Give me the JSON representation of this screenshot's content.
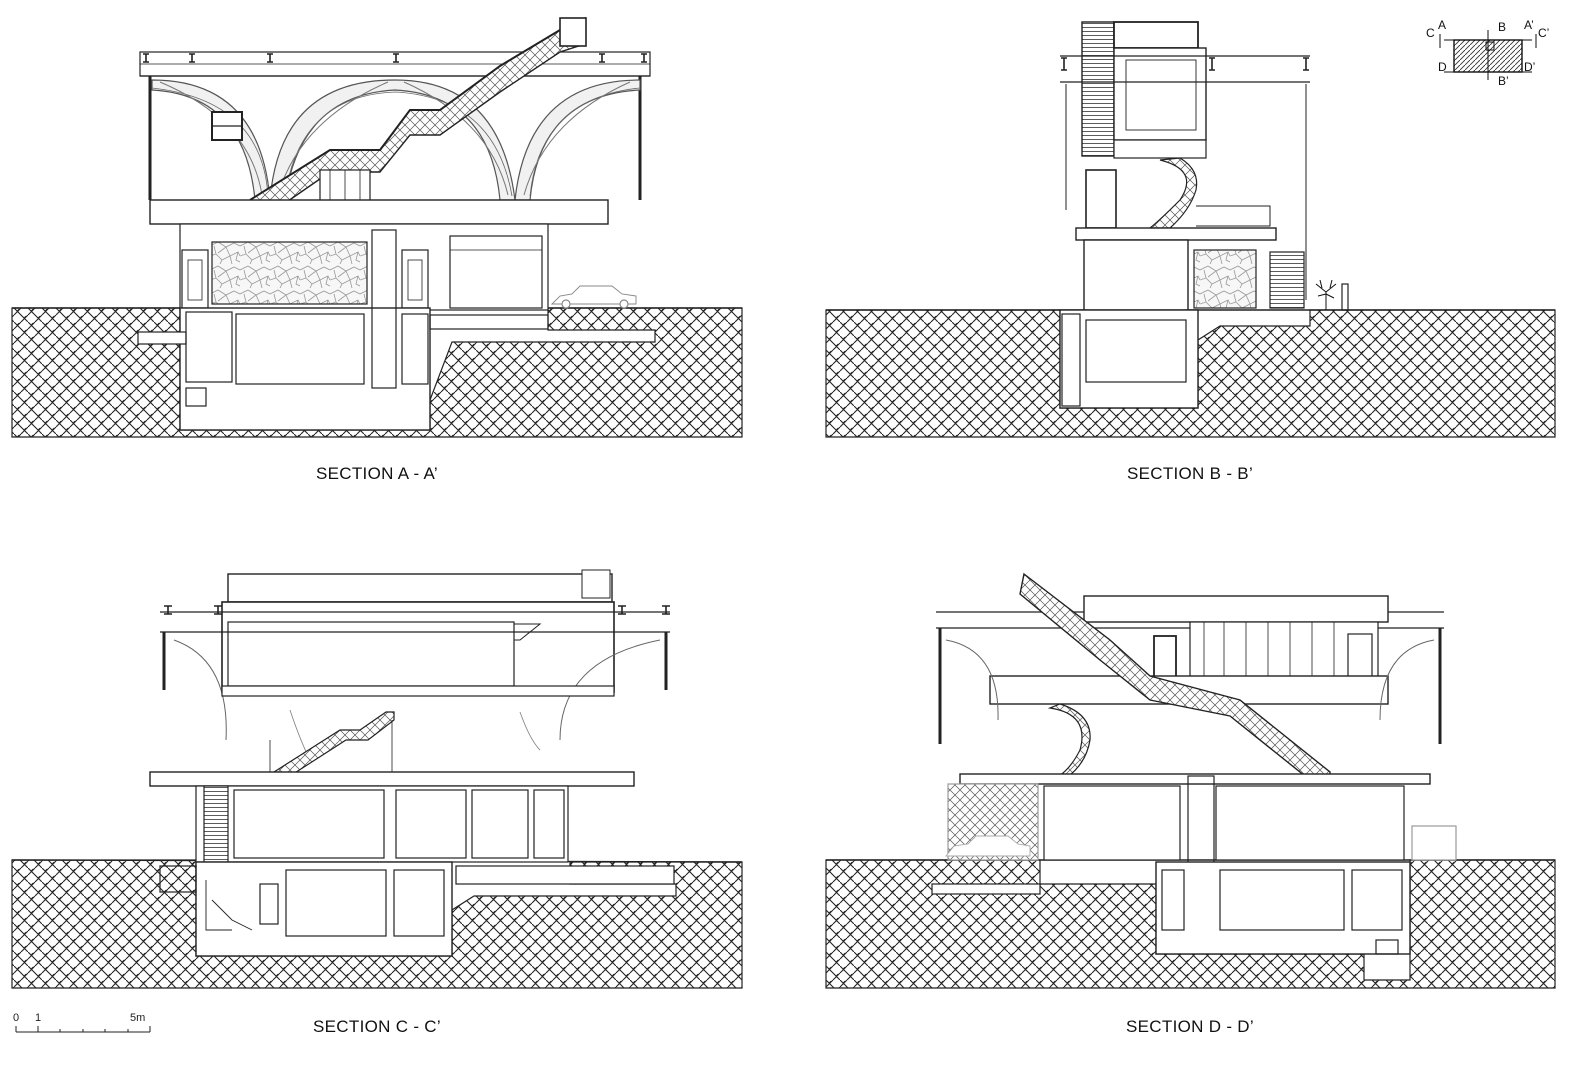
{
  "sections": [
    {
      "id": "aa",
      "caption": "SECTION A - A’"
    },
    {
      "id": "bb",
      "caption": "SECTION B - B’"
    },
    {
      "id": "cc",
      "caption": "SECTION C - C’"
    },
    {
      "id": "dd",
      "caption": "SECTION D - D’"
    }
  ],
  "key_plan": {
    "labels": {
      "a": "A",
      "a_prime": "A’",
      "b": "B",
      "b_prime": "B’",
      "c": "C",
      "c_prime": "C’",
      "d": "D",
      "d_prime": "D’"
    }
  },
  "scale_bar": {
    "label_0": "0",
    "label_1": "1",
    "label_5": "5m"
  }
}
